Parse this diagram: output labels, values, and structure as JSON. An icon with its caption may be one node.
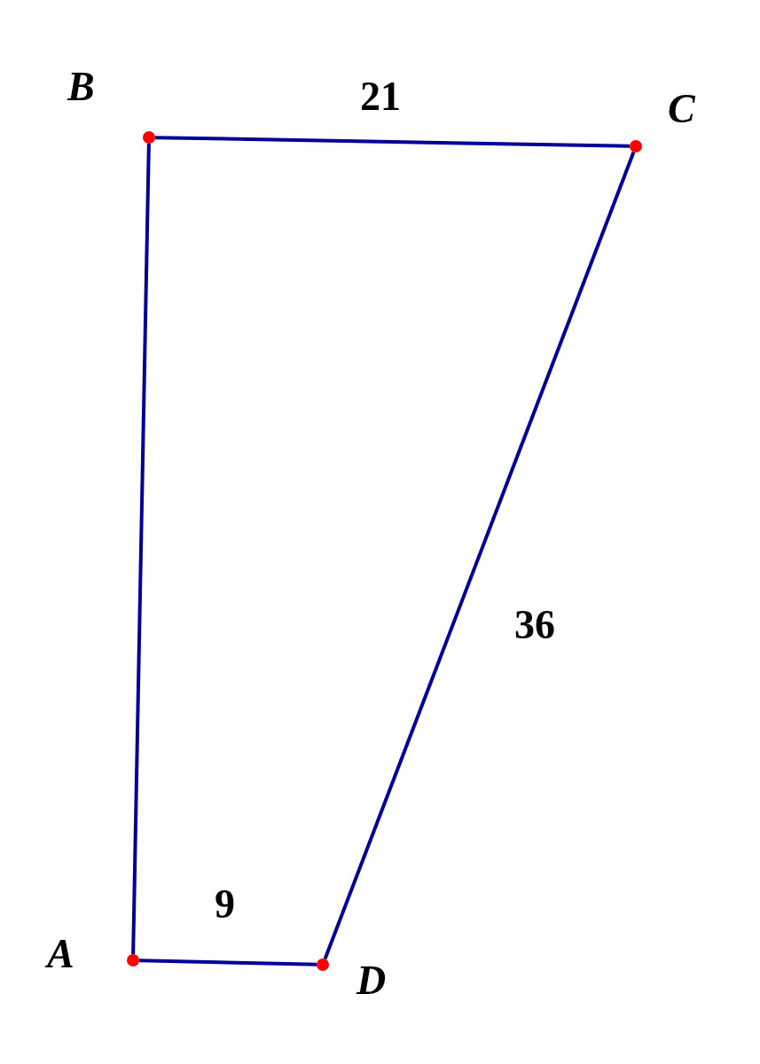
{
  "diagram": {
    "nodes": [
      {
        "text": [],
        "shape": "circle",
        "beside": [
          "B"
        ]
      },
      {
        "text": [],
        "shape": "circle",
        "beside": [
          "C"
        ]
      },
      {
        "text": [],
        "shape": "circle",
        "beside": [
          "D"
        ]
      },
      {
        "text": [],
        "shape": "circle",
        "beside": [
          "A"
        ]
      }
    ],
    "edges": [
      {
        "from": 0,
        "to": 1,
        "arrow": "none",
        "label": "21"
      },
      {
        "from": 1,
        "to": 2,
        "arrow": "none",
        "label": "36"
      },
      {
        "from": 2,
        "to": 3,
        "arrow": "none",
        "label": "9"
      },
      {
        "from": 3,
        "to": 0,
        "arrow": "none"
      }
    ]
  }
}
